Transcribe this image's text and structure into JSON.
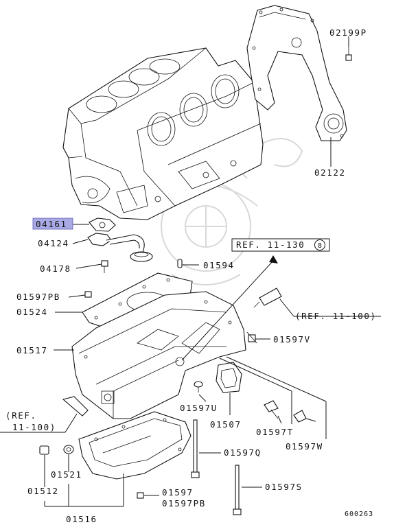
{
  "diagram": {
    "labels": {
      "p02199P": "02199P",
      "p02122": "02122",
      "p04161": "04161",
      "p04124": "04124",
      "p04178": "04178",
      "p01594": "01594",
      "ref1130": "REF. 11-130",
      "ref1130_badge": "8",
      "p01597PB_top": "01597PB",
      "p01524": "01524",
      "ref11100_right": "(REF. 11-100)",
      "p01597V": "01597V",
      "p01517": "01517",
      "ref_left_line1": "(REF.",
      "ref_left_line2": "11-100)",
      "p01597U": "01597U",
      "p01507": "01507",
      "p01597T": "01597T",
      "p01597W": "01597W",
      "p01597Q": "01597Q",
      "p01521": "01521",
      "p01512": "01512",
      "p01597S": "01597S",
      "p01597": "01597",
      "p01597PB_bottom": "01597PB",
      "p01516": "01516",
      "diagram_id": "600263"
    },
    "highlight_color": "#a9a9e6"
  }
}
